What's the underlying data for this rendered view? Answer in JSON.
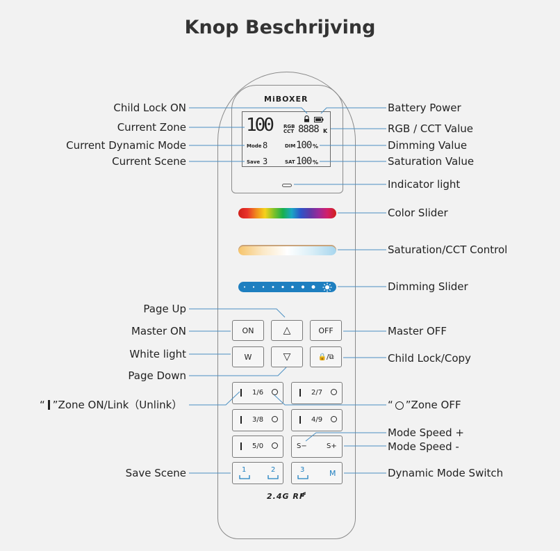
{
  "title": "Knop Beschrijving",
  "remote": {
    "brand": "MiBOXER",
    "lcd": {
      "zone": "100",
      "rgb": "RGB",
      "cct": "CCT",
      "value": "8888",
      "unit_k": "K",
      "mode_label": "Mode",
      "mode_value": "8",
      "dim_label": "DIM",
      "dim_value": "100",
      "pct": "%",
      "save_label": "Save",
      "save_value": "3",
      "sat_label": "SAT",
      "sat_value": "100",
      "pct2": "%"
    },
    "buttons": {
      "on": "ON",
      "up": "△",
      "off": "OFF",
      "w": "W",
      "down": "▽",
      "lock_copy": "🔒/⧉"
    },
    "zones": [
      {
        "label": "1/6"
      },
      {
        "label": "2/7"
      },
      {
        "label": "3/8"
      },
      {
        "label": "4/9"
      },
      {
        "label": "5/0"
      }
    ],
    "speed": {
      "minus": "S−",
      "plus": "S+"
    },
    "scenes": {
      "s1": "1",
      "s2": "2",
      "s3": "3",
      "m": "M"
    },
    "rf": "2.4G RF"
  },
  "labels": {
    "child_lock_on": "Child Lock ON",
    "current_zone": "Current Zone",
    "current_dynamic_mode": "Current Dynamic Mode",
    "current_scene": "Current Scene",
    "battery_power": "Battery Power",
    "rgb_cct_value": "RGB / CCT Value",
    "dimming_value": "Dimming Value",
    "saturation_value": "Saturation Value",
    "indicator_light": "Indicator light",
    "color_slider": "Color Slider",
    "saturation_cct_control": "Saturation/CCT Control",
    "dimming_slider": "Dimming Slider",
    "page_up": "Page Up",
    "master_on": "Master ON",
    "master_off": "Master OFF",
    "white_light": "White light",
    "child_lock_copy": "Child Lock/Copy",
    "page_down": "Page Down",
    "zone_on_pre": "“",
    "zone_on_post": "”Zone ON/Link（Unlink）",
    "zone_off_pre": "“",
    "zone_off_post": "”Zone OFF",
    "mode_speed_plus": "Mode Speed +",
    "mode_speed_minus": "Mode Speed -",
    "save_scene": "Save Scene",
    "dynamic_mode_switch": "Dynamic Mode Switch"
  },
  "colors": {
    "accent_blue": "#1e7fc0",
    "line": "#4a8fc2"
  }
}
